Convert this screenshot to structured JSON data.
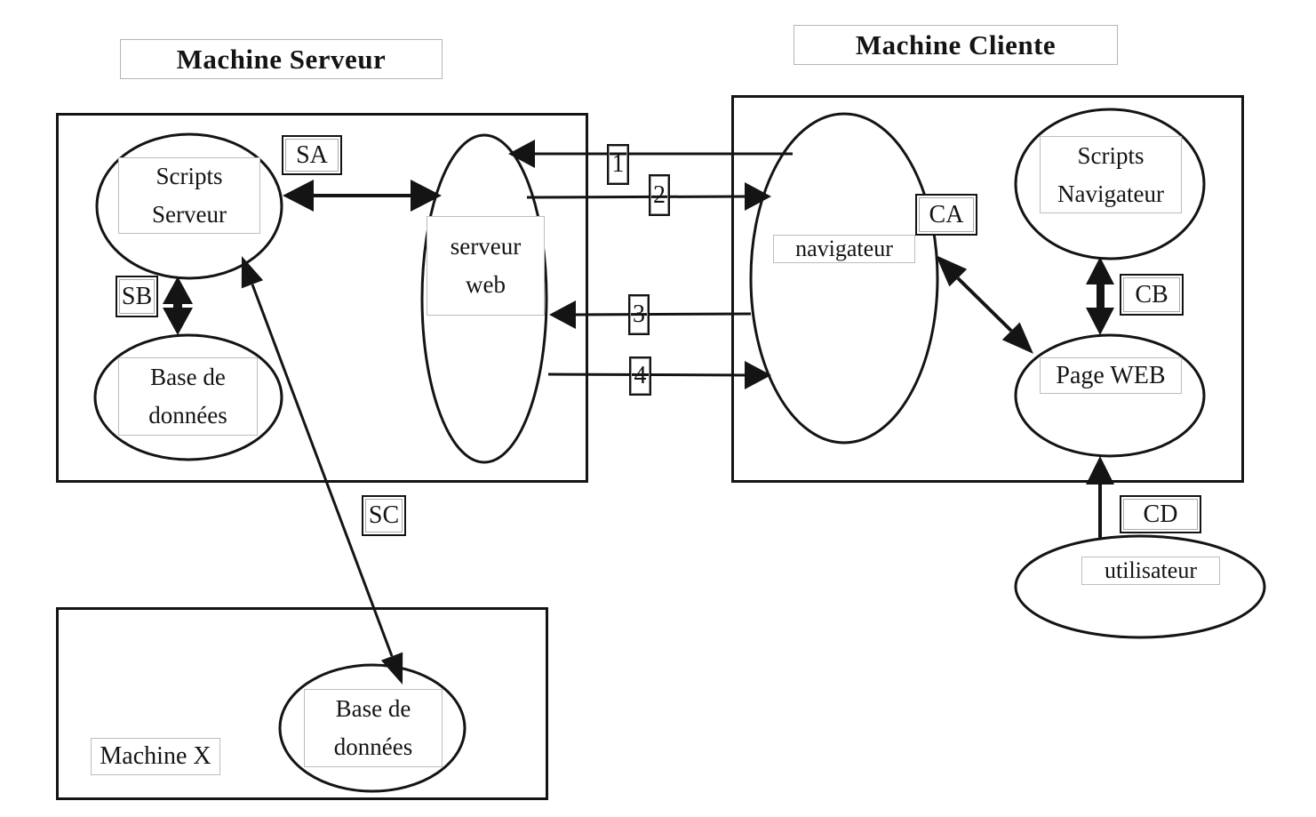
{
  "titles": {
    "server": "Machine Serveur",
    "client": "Machine Cliente"
  },
  "nodes": {
    "scripts_serveur": {
      "line1": "Scripts",
      "line2": "Serveur"
    },
    "base_donnees_serveur": {
      "line1": "Base de",
      "line2": "données"
    },
    "serveur_web": {
      "line1": "serveur",
      "line2": "web"
    },
    "navigateur": {
      "label": "navigateur"
    },
    "scripts_navigateur": {
      "line1": "Scripts",
      "line2": "Navigateur"
    },
    "page_web": {
      "label": "Page WEB"
    },
    "utilisateur": {
      "label": "utilisateur"
    },
    "base_donnees_x": {
      "line1": "Base de",
      "line2": "données"
    },
    "machine_x": {
      "label": "Machine X"
    }
  },
  "connectors": {
    "sa": "SA",
    "sb": "SB",
    "sc": "SC",
    "ca": "CA",
    "cb": "CB",
    "cd": "CD",
    "n1": "1",
    "n2": "2",
    "n3": "3",
    "n4": "4"
  },
  "colors": {
    "ink": "#141414",
    "label_border": "#bdbdbd",
    "background": "#ffffff"
  }
}
